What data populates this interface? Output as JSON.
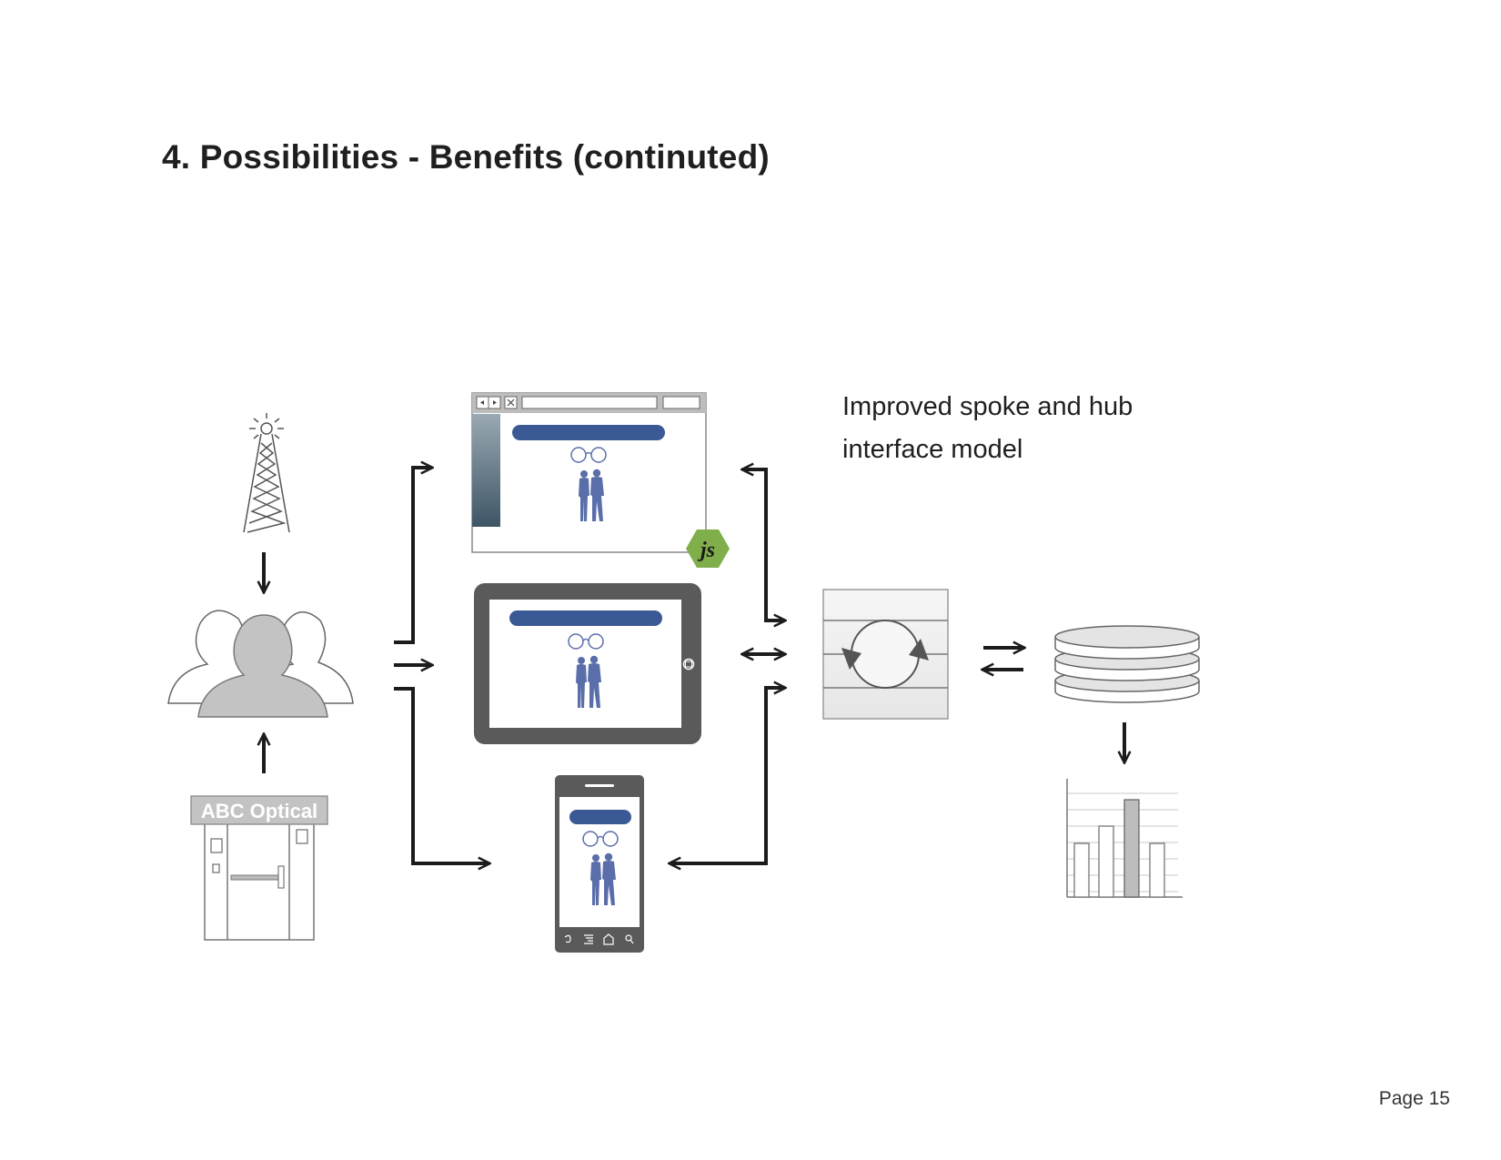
{
  "page": {
    "title": "4. Possibilities - Benefits (continuted)",
    "caption_lines": [
      "Improved spoke and hub",
      "interface model"
    ],
    "page_number": "Page 15"
  },
  "store": {
    "sign": "ABC Optical"
  },
  "browser": {
    "badge": "js"
  },
  "colors": {
    "accent_blue": "#3b5a95",
    "figure_blue": "#5a6eaa",
    "device_gray": "#5a5a5a",
    "js_green": "#7fae4a",
    "arrow_black": "#1c1c1c",
    "people_gray": "#c3c3c3"
  },
  "icons": [
    "radio-tower-icon",
    "people-group-icon",
    "store-icon",
    "browser-window-icon",
    "tablet-icon",
    "smartphone-icon",
    "hub-sync-icon",
    "database-icon",
    "bar-chart-icon"
  ]
}
